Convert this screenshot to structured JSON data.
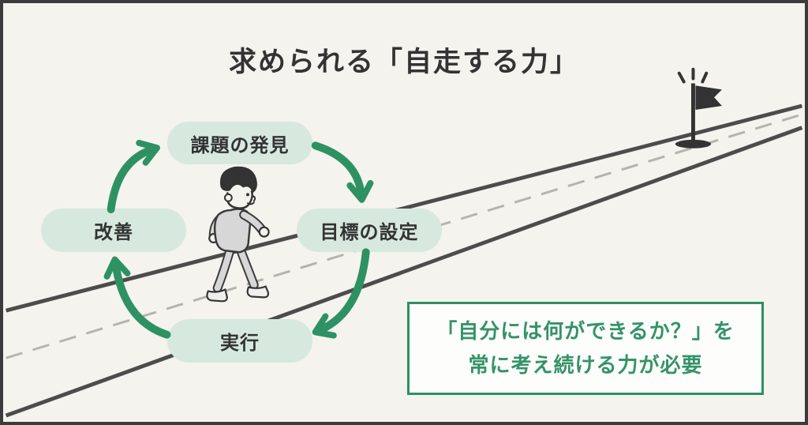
{
  "title": "求められる「自走する力」",
  "cycle": {
    "steps": [
      {
        "id": "discover",
        "label": "課題の発見"
      },
      {
        "id": "goal",
        "label": "目標の設定"
      },
      {
        "id": "execute",
        "label": "実行"
      },
      {
        "id": "improve",
        "label": "改善"
      }
    ]
  },
  "callout": {
    "line1": "「自分には何ができるか？」を",
    "line2": "常に考え続ける力が必要"
  },
  "icons": {
    "flag": "goal-flag",
    "sparkles": "emphasis-sparkles",
    "person": "walking-person",
    "road": "perspective-road"
  },
  "colors": {
    "background": "#f4f3ee",
    "frame_border": "#3b3b3b",
    "pill_background": "#d7e8df",
    "arrow_green": "#2e9164",
    "callout_green": "#2e8f63",
    "callout_text": "#359368",
    "text_dark": "#333333",
    "road_line": "#4c4c4c",
    "road_dash": "#b5b3ac",
    "clothes_gray": "#d7d7d7"
  }
}
